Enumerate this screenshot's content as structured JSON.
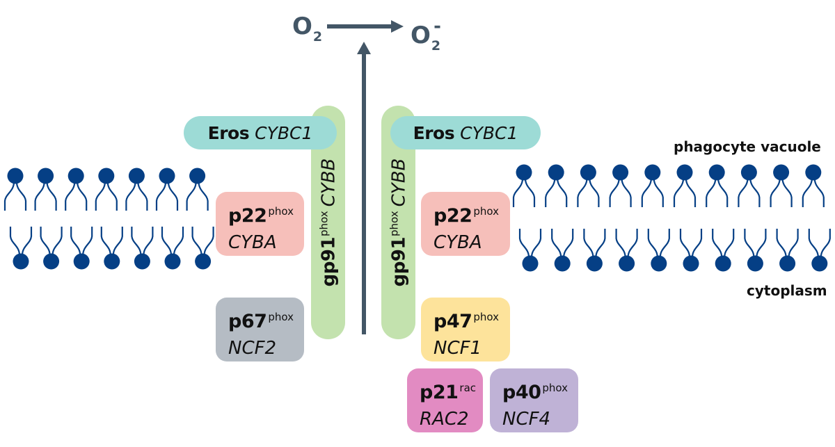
{
  "colors": {
    "lipid": "#053f85",
    "arrow": "#435666",
    "eros": "#9ddbd6",
    "gp91": "#c3e2ae",
    "p22": "#f6bfba",
    "p67": "#b5bcc4",
    "p47": "#fde39b",
    "p21": "#e28bc2",
    "p40": "#bfb2d6"
  },
  "reaction": {
    "reactant": "O",
    "reactant_sub": "2",
    "product": "O",
    "product_sub": "2",
    "product_sup": "-"
  },
  "regions": {
    "outer": "phagocyte vacuole",
    "inner": "cytoplasm"
  },
  "membrane": {
    "left_lipid_count": 7,
    "right_lipid_count": 10
  },
  "proteins": {
    "eros": {
      "name": "Eros",
      "gene": "CYBC1"
    },
    "gp91": {
      "name": "gp91",
      "sup": "phox",
      "gene": "CYBB"
    },
    "p22": {
      "name": "p22",
      "sup": "phox",
      "gene": "CYBA"
    },
    "p67": {
      "name": "p67",
      "sup": "phox",
      "gene": "NCF2"
    },
    "p47": {
      "name": "p47",
      "sup": "phox",
      "gene": "NCF1"
    },
    "p21": {
      "name": "p21",
      "sup": "rac",
      "gene": "RAC2"
    },
    "p40": {
      "name": "p40",
      "sup": "phox",
      "gene": "NCF4"
    }
  }
}
